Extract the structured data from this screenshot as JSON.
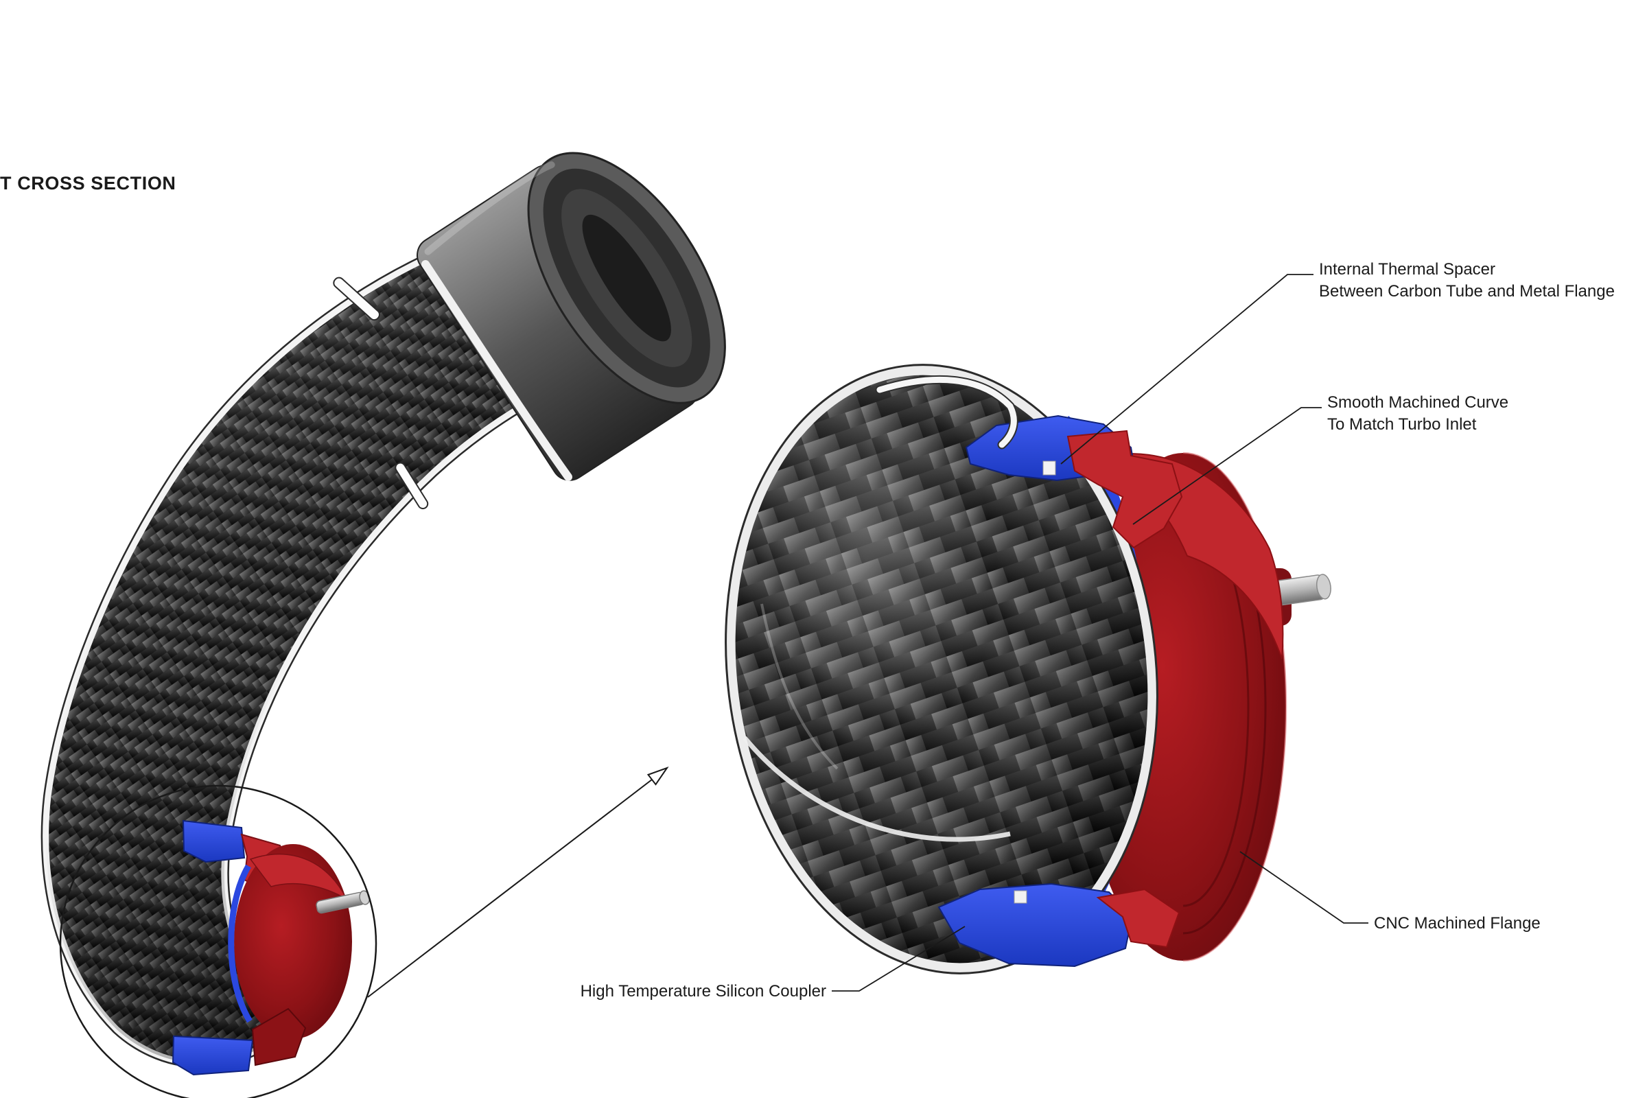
{
  "page": {
    "background": "#ffffff"
  },
  "diagram": {
    "heading": "T CROSS SECTION",
    "annotations": {
      "thermal_spacer": {
        "line1": "Internal Thermal Spacer",
        "line2": "Between Carbon Tube and Metal Flange"
      },
      "machined_curve": {
        "line1": "Smooth Machined Curve",
        "line2": "To Match Turbo Inlet"
      },
      "cnc_flange": {
        "label": "CNC Machined Flange"
      },
      "silicon_coupler": {
        "label": "High Temperature Silicon Coupler"
      }
    },
    "colors": {
      "background": "#ffffff",
      "line_color": "#1a1a1a",
      "flange_red": "#c1272d",
      "flange_dark_red": "#7c1015",
      "coupler_blue": "#2b48e0",
      "carbon_dark": "#0b0b0b",
      "carbon_light": "#6a6a6a",
      "metal_gray": "#9a9a9a",
      "shell_white": "#f4f4f4"
    }
  }
}
